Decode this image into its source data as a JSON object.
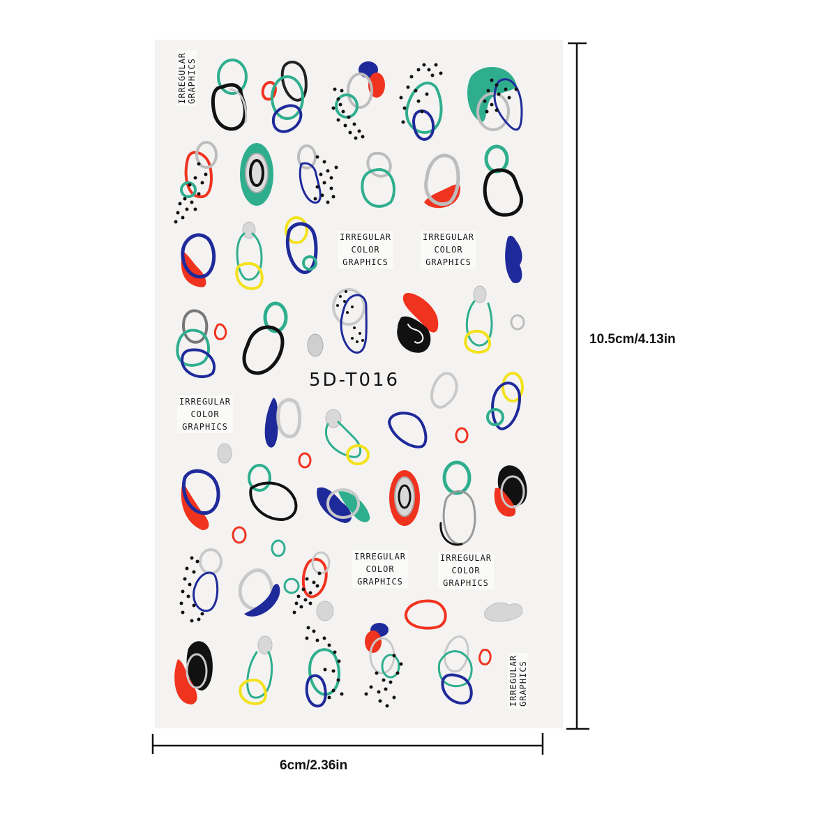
{
  "product": {
    "sku": "5D-T016",
    "labels": {
      "two_line": [
        "IRREGULAR",
        "GRAPHICS"
      ],
      "three_line": [
        "IRREGULAR",
        "COLOR",
        "GRAPHICS"
      ]
    },
    "sheet_labels": [
      {
        "id": "top-left",
        "text": "IRREGULAR\nGRAPHICS",
        "orientation": "vertical"
      },
      {
        "id": "row3-a",
        "text": "IRREGULAR\nCOLOR\nGRAPHICS",
        "orientation": "horizontal"
      },
      {
        "id": "row3-b",
        "text": "IRREGULAR\nCOLOR\nGRAPHICS",
        "orientation": "horizontal"
      },
      {
        "id": "row5-left",
        "text": "IRREGULAR\nCOLOR\nGRAPHICS",
        "orientation": "horizontal"
      },
      {
        "id": "row7-a",
        "text": "IRREGULAR\nCOLOR\nGRAPHICS",
        "orientation": "horizontal"
      },
      {
        "id": "row7-b",
        "text": "IRREGULAR\nCOLOR\nGRAPHICS",
        "orientation": "horizontal"
      },
      {
        "id": "bottom-right",
        "text": "IRREGULAR\nGRAPHICS",
        "orientation": "vertical"
      }
    ],
    "palette": {
      "teal": "#2fae8e",
      "red": "#f0331f",
      "navy": "#1f2a9a",
      "black": "#111111",
      "yellow": "#f3e21c",
      "silver": "#c9c9c9",
      "sheet": "#f4f3f2"
    }
  },
  "dimensions": {
    "height_label": "10.5cm/4.13in",
    "width_label": "6cm/2.36in"
  }
}
